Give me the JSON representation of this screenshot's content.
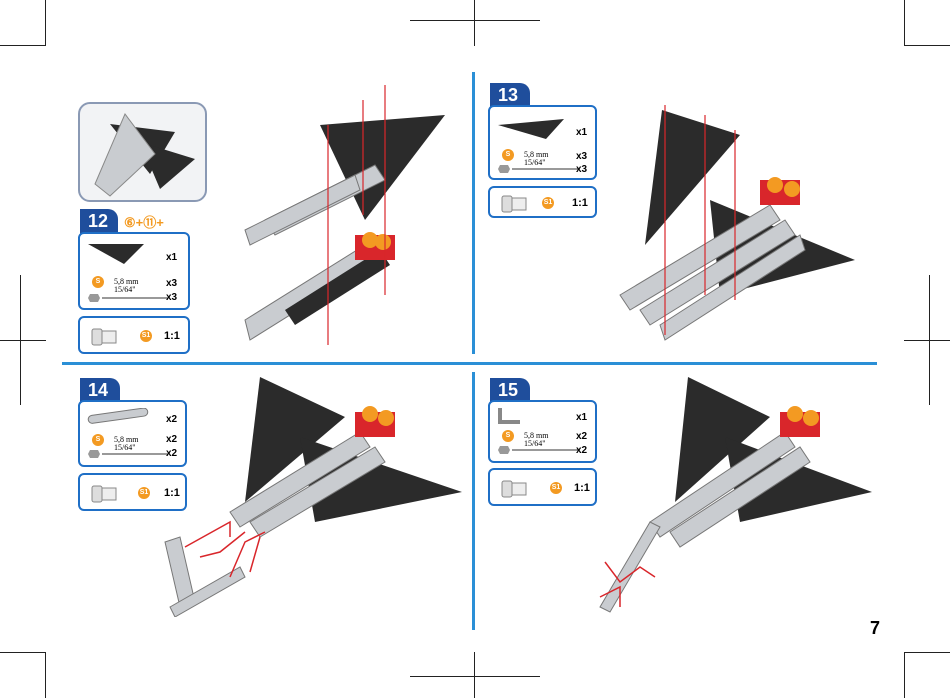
{
  "page_number": "7",
  "steps": [
    {
      "number": "12",
      "prerequisite": "⑥+⑪+",
      "parts": [
        {
          "qty": "x1"
        },
        {
          "qty": "x3",
          "size_mm": "5,8 mm",
          "size_in": "15/64\""
        },
        {
          "qty": "x3"
        }
      ],
      "tool_badge": "S1",
      "scale": "1:1"
    },
    {
      "number": "13",
      "parts": [
        {
          "qty": "x1"
        },
        {
          "qty": "x3",
          "size_mm": "5,8 mm",
          "size_in": "15/64\""
        },
        {
          "qty": "x3"
        }
      ],
      "tool_badge": "S1",
      "scale": "1:1"
    },
    {
      "number": "14",
      "parts": [
        {
          "qty": "x2"
        },
        {
          "qty": "x2",
          "size_mm": "5,8 mm",
          "size_in": "15/64\""
        },
        {
          "qty": "x2"
        }
      ],
      "tool_badge": "S1",
      "scale": "1:1"
    },
    {
      "number": "15",
      "parts": [
        {
          "qty": "x1"
        },
        {
          "qty": "x2",
          "size_mm": "5,8 mm",
          "size_in": "15/64\""
        },
        {
          "qty": "x2"
        }
      ],
      "tool_badge": "S1",
      "scale": "1:1"
    }
  ],
  "colors": {
    "accent": "#1f6fc6",
    "tag": "#1f4e9c",
    "divider": "#2a8fd6",
    "plate": "#2b2b2b",
    "metal": "#b9bcc0",
    "orange": "#f39a22",
    "red": "#d9262b"
  }
}
